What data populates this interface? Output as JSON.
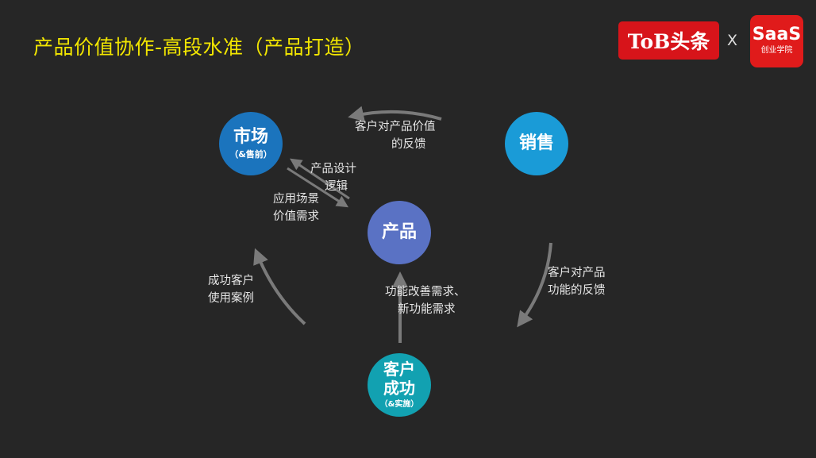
{
  "title": "产品价值协作-高段水准（产品打造）",
  "logos": {
    "tob": "ToB头条",
    "x": "X",
    "saas_main": "SaaS",
    "saas_sub": "创业学院"
  },
  "nodes": {
    "market": {
      "label": "市场",
      "sub": "（&售前）"
    },
    "sales": {
      "label": "销售"
    },
    "product": {
      "label": "产品"
    },
    "customer_success": {
      "label_line1": "客户",
      "label_line2": "成功",
      "sub": "（&实施）"
    }
  },
  "labels": {
    "customer_feedback_value": [
      "客户对产品价值",
      "的反馈"
    ],
    "product_design_logic": [
      "产品设计",
      "逻辑"
    ],
    "scenario_value_needs": [
      "应用场景",
      "价值需求"
    ],
    "success_cases": [
      "成功客户",
      "使用案例"
    ],
    "feature_improvement": [
      "功能改善需求、",
      "新功能需求"
    ],
    "customer_feedback_function": [
      "客户对产品",
      "功能的反馈"
    ]
  },
  "colors": {
    "background": "#262626",
    "title": "#f2e600",
    "arrow": "#7a7a7a",
    "market": "#1b74bd",
    "sales": "#1a9bd7",
    "product": "#5a72c4",
    "customer_success": "#12a1b1",
    "logo_red": "#d7141a"
  }
}
